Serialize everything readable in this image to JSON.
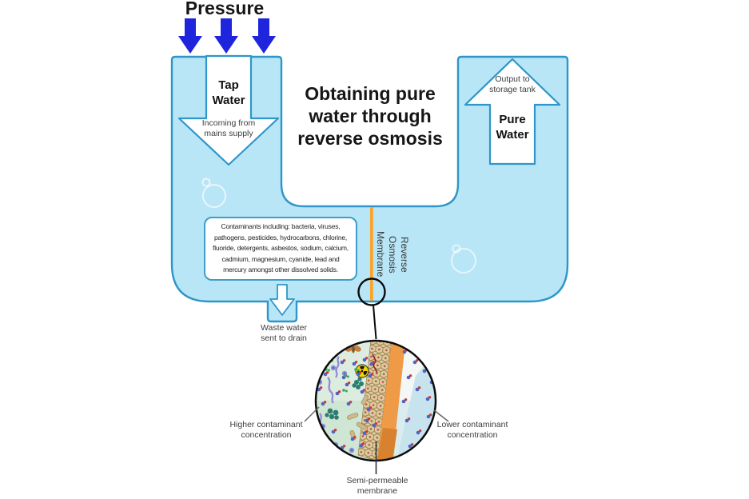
{
  "colors": {
    "tank_fill": "#b9e6f7",
    "tank_border": "#2e96c8",
    "pressure_arrow": "#1f25dd",
    "membrane_line": "#f7a52e",
    "detail_membrane_face": "#dfcb9b",
    "detail_membrane_edge": "#ee9a47"
  },
  "pressure": {
    "label": "Pressure"
  },
  "tank": {
    "title": "Obtaining pure\nwater through\nreverse osmosis",
    "tap_arrow": {
      "label": "Tap\nWater",
      "sublabel": "Incoming from\nmains supply"
    },
    "pure_arrow": {
      "label": "Pure\nWater",
      "sublabel": "Output to\nstorage tank"
    },
    "contaminants": "Contaminants including: bacteria, viruses,\npathogens, pesticides, hydrocarbons, chlorine,\nfluoride, detergents, asbestos, sodium, calcium,\ncadmium, magnesium, cyanide, lead and\nmercury amongst other dissolved solids.",
    "membrane_label": "Reverse Osmosis Membrane",
    "waste_label": "Waste water\nsent to drain"
  },
  "detail": {
    "higher_label": "Higher contaminant\nconcentration",
    "lower_label": "Lower contaminant\nconcentration",
    "membrane_label": "Semi-permeable\nmembrane"
  }
}
